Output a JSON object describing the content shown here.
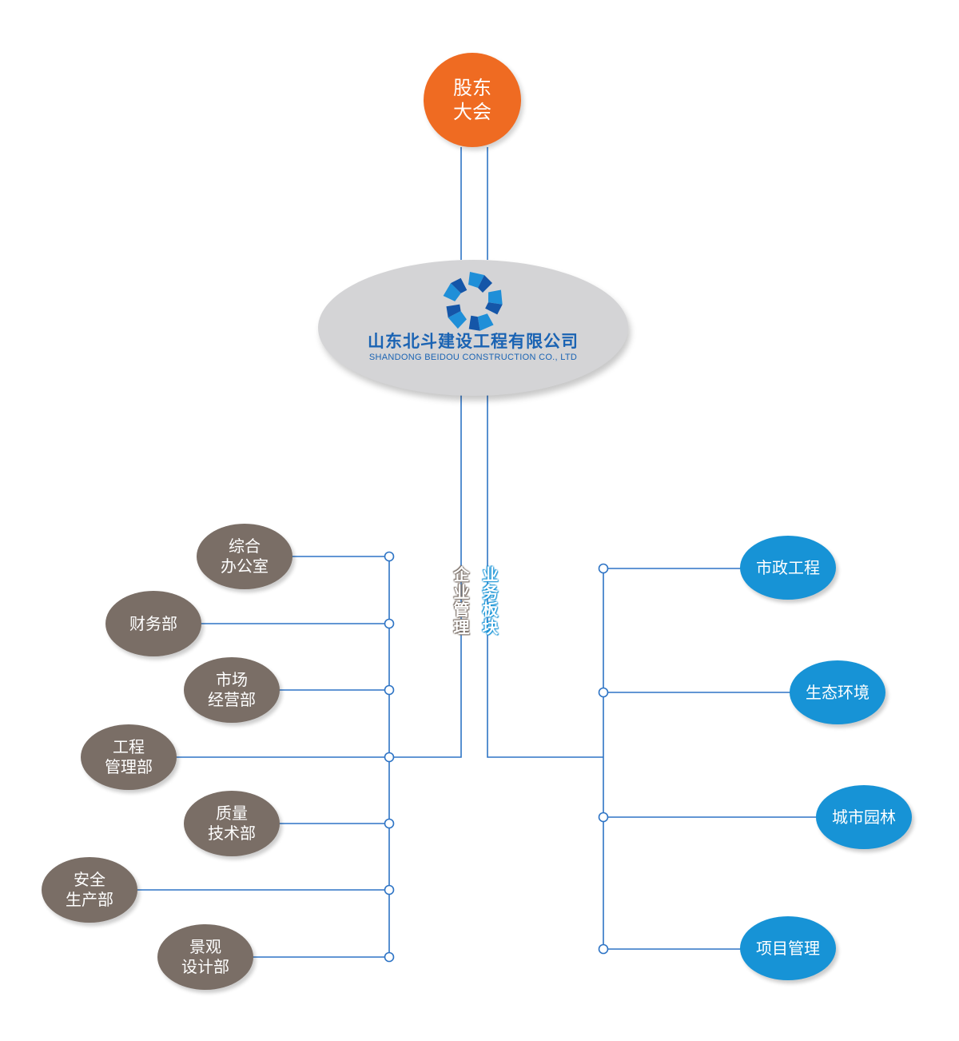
{
  "diagram": {
    "top_node": {
      "lines": [
        "股东",
        "大会"
      ]
    },
    "company": {
      "name_cn": "山东北斗建设工程有限公司",
      "name_en": "SHANDONG BEIDOU CONSTRUCTION CO., LTD",
      "logo": "beidou-star-logo"
    },
    "branches": {
      "management_label": "企业管理",
      "business_label": "业务板块"
    },
    "departments": [
      {
        "lines": [
          "综合",
          "办公室"
        ]
      },
      {
        "lines": [
          "财务部"
        ]
      },
      {
        "lines": [
          "市场",
          "经营部"
        ]
      },
      {
        "lines": [
          "工程",
          "管理部"
        ]
      },
      {
        "lines": [
          "质量",
          "技术部"
        ]
      },
      {
        "lines": [
          "安全",
          "生产部"
        ]
      },
      {
        "lines": [
          "景观",
          "设计部"
        ]
      }
    ],
    "business_units": [
      {
        "label": "市政工程"
      },
      {
        "label": "生态环境"
      },
      {
        "label": "城市园林"
      },
      {
        "label": "项目管理"
      }
    ],
    "colors": {
      "top_node": "#ef6b22",
      "company": "#d4d4d6",
      "department": "#7a6e66",
      "business": "#1793d6",
      "connector": "#2e74c5",
      "company_text": "#1a63b3"
    }
  }
}
